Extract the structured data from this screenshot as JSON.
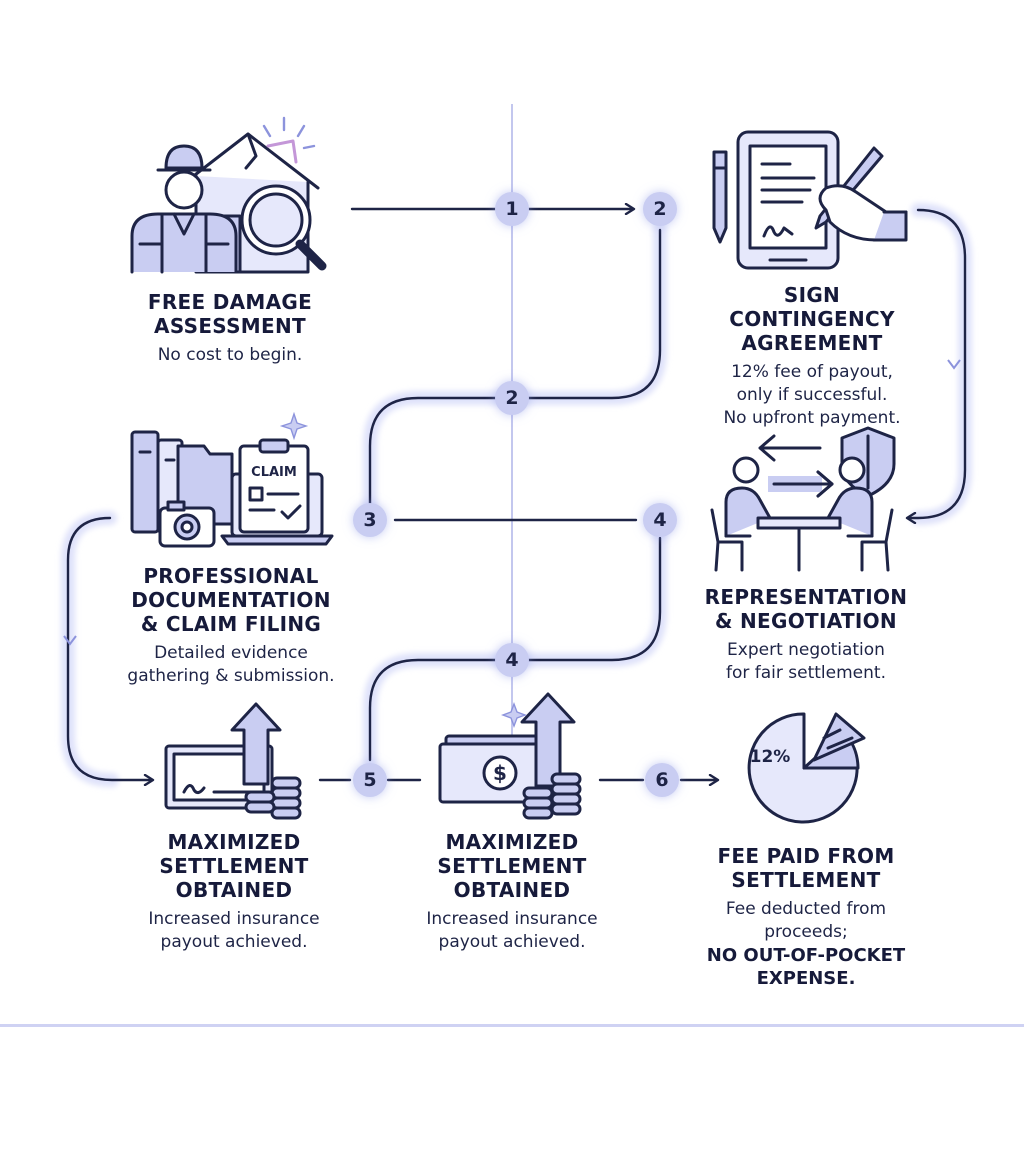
{
  "colors": {
    "ink": "#1e2446",
    "accent": "#c9cdf2",
    "glow": "#dfe2fa",
    "guide": "#c3c7ee"
  },
  "steps": {
    "assessment": {
      "icon": "inspector-house-magnifier-icon",
      "title": "FREE DAMAGE\nASSESSMENT",
      "desc": "No cost to begin."
    },
    "agreement": {
      "icon": "tablet-pen-signature-icon",
      "title": "SIGN CONTINGENCY\nAGREEMENT",
      "desc": "12% fee of payout,\nonly if successful.\nNo upfront payment."
    },
    "documentation": {
      "icon": "binders-camera-claim-laptop-icon",
      "title": "PROFESSIONAL\nDOCUMENTATION\n& CLAIM FILING",
      "desc": "Detailed evidence\ngathering & submission.",
      "claim_label": "CLAIM"
    },
    "negotiation": {
      "icon": "negotiation-table-shield-icon",
      "title": "REPRESENTATION\n& NEGOTIATION",
      "desc": "Expert negotiation\nfor fair settlement."
    },
    "settlement_a": {
      "icon": "check-coins-arrow-icon",
      "title": "MAXIMIZED\nSETTLEMENT\nOBTAINED",
      "desc": "Increased insurance\npayout achieved."
    },
    "settlement_b": {
      "icon": "cash-coins-arrow-icon",
      "title": "MAXIMIZED\nSETTLEMENT\nOBTAINED",
      "desc": "Increased insurance\npayout achieved."
    },
    "fee": {
      "icon": "pie-chart-icon",
      "title": "FEE PAID FROM\nSETTLEMENT",
      "desc": "Fee deducted from proceeds;",
      "desc_strong": "NO OUT-OF-POCKET\nEXPENSE.",
      "pie_label": "12%"
    }
  },
  "badges": [
    "1",
    "2",
    "2",
    "3",
    "4",
    "4",
    "5",
    "6"
  ]
}
